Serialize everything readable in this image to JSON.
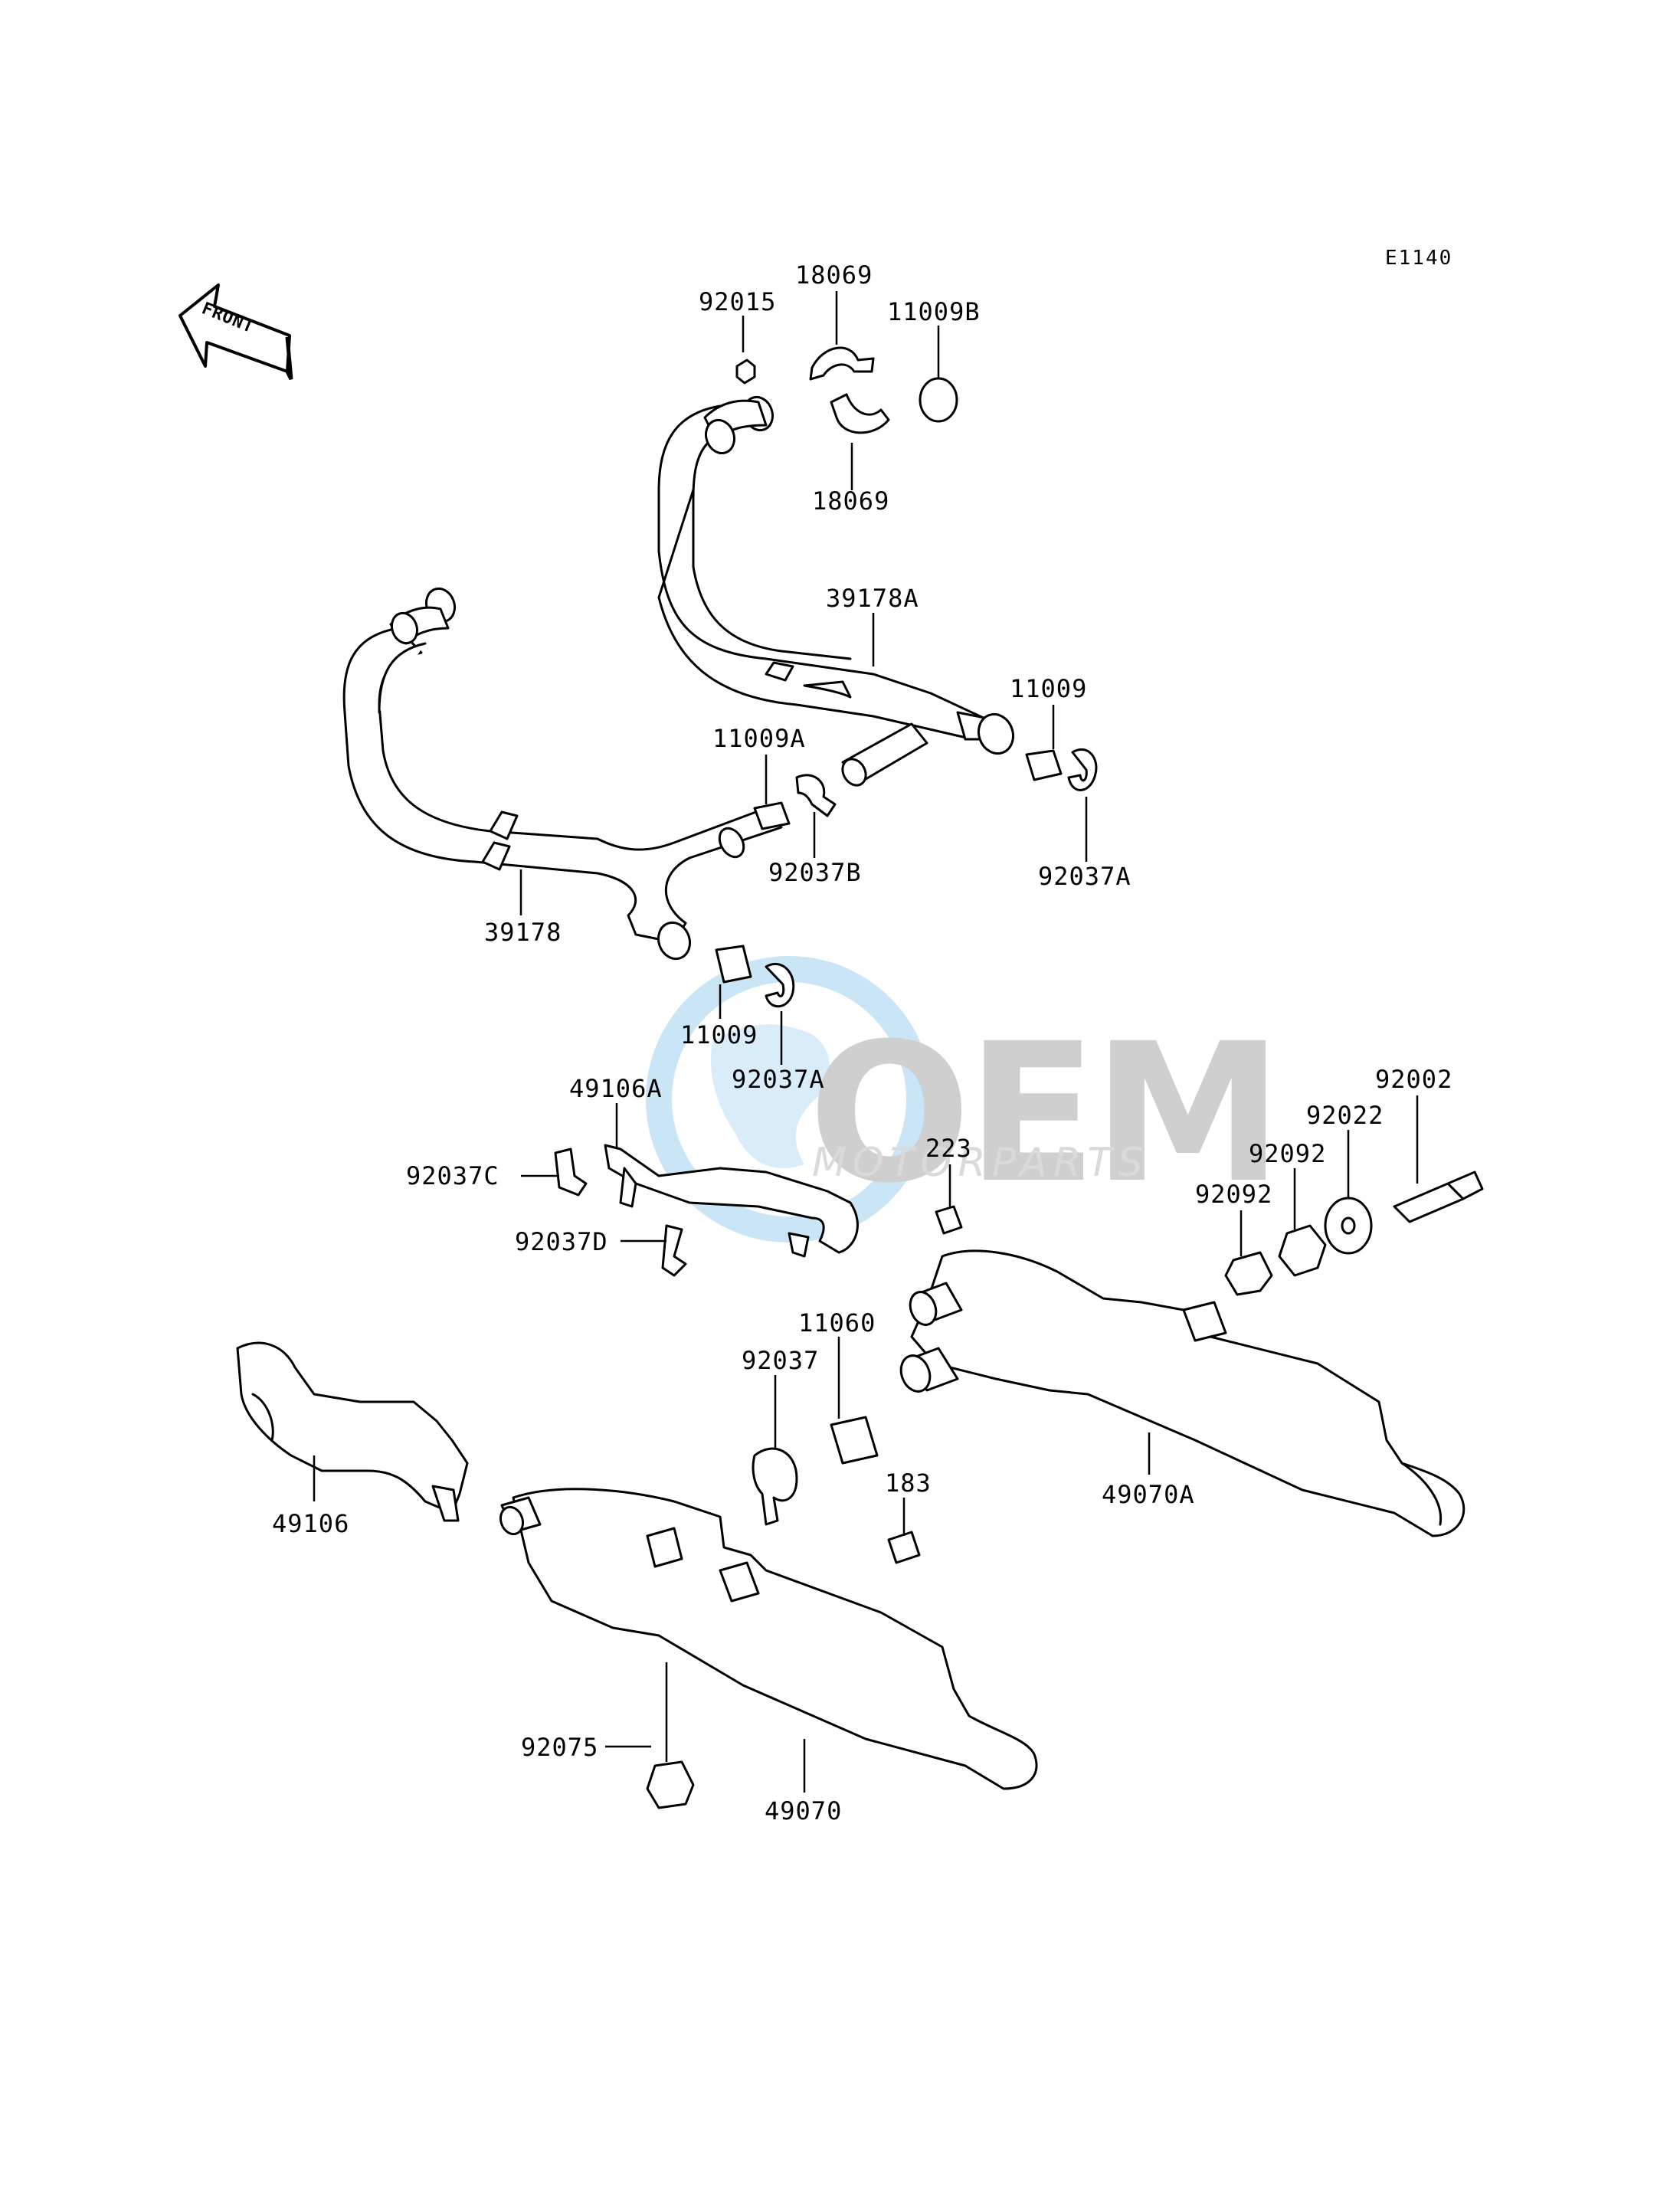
{
  "diagram_code": "E1140",
  "front_label": "FRONT",
  "watermark": {
    "brand": "OEM",
    "sub": "MOTORPARTS",
    "globe_color": "#3d9fe0"
  },
  "callouts": {
    "p92015": "92015",
    "p18069_top": "18069",
    "p11009B": "11009B",
    "p18069_bottom": "18069",
    "p39178A": "39178A",
    "p11009_right": "11009",
    "p11009A": "11009A",
    "p92037B": "92037B",
    "p92037A_right": "92037A",
    "p39178": "39178",
    "p11009_mid": "11009",
    "p92037A_mid": "92037A",
    "p49106A": "49106A",
    "p223": "223",
    "p92002": "92002",
    "p92022": "92022",
    "p92092_a": "92092",
    "p92092_b": "92092",
    "p92037C": "92037C",
    "p92037D": "92037D",
    "p11060": "11060",
    "p92037": "92037",
    "p183": "183",
    "p49070A": "49070A",
    "p49106": "49106",
    "p92075": "92075",
    "p49070": "49070"
  }
}
